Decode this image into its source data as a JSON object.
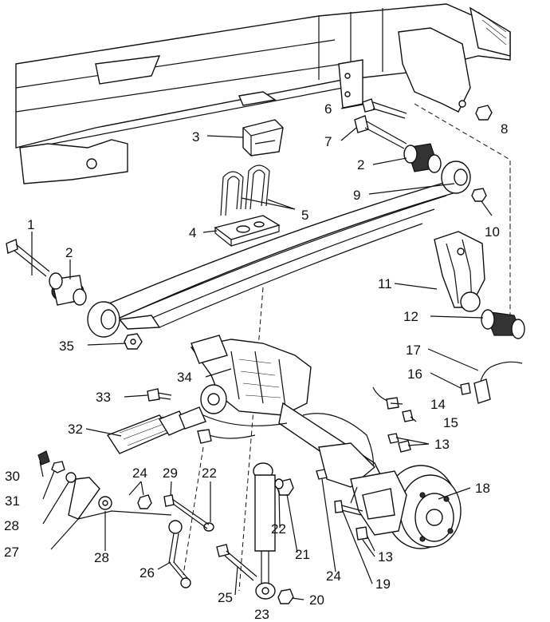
{
  "diagram": {
    "labels": [
      {
        "id": "1",
        "text": "1"
      },
      {
        "id": "2a",
        "text": "2"
      },
      {
        "id": "2b",
        "text": "2"
      },
      {
        "id": "3",
        "text": "3"
      },
      {
        "id": "4",
        "text": "4"
      },
      {
        "id": "5",
        "text": "5"
      },
      {
        "id": "6",
        "text": "6"
      },
      {
        "id": "7",
        "text": "7"
      },
      {
        "id": "8",
        "text": "8"
      },
      {
        "id": "9",
        "text": "9"
      },
      {
        "id": "10",
        "text": "10"
      },
      {
        "id": "11",
        "text": "11"
      },
      {
        "id": "12",
        "text": "12"
      },
      {
        "id": "13a",
        "text": "13"
      },
      {
        "id": "13b",
        "text": "13"
      },
      {
        "id": "14",
        "text": "14"
      },
      {
        "id": "15",
        "text": "15"
      },
      {
        "id": "16",
        "text": "16"
      },
      {
        "id": "17",
        "text": "17"
      },
      {
        "id": "18",
        "text": "18"
      },
      {
        "id": "19",
        "text": "19"
      },
      {
        "id": "20",
        "text": "20"
      },
      {
        "id": "21",
        "text": "21"
      },
      {
        "id": "22a",
        "text": "22"
      },
      {
        "id": "22b",
        "text": "22"
      },
      {
        "id": "23",
        "text": "23"
      },
      {
        "id": "24a",
        "text": "24"
      },
      {
        "id": "24b",
        "text": "24"
      },
      {
        "id": "25",
        "text": "25"
      },
      {
        "id": "26",
        "text": "26"
      },
      {
        "id": "27",
        "text": "27"
      },
      {
        "id": "28a",
        "text": "28"
      },
      {
        "id": "28b",
        "text": "28"
      },
      {
        "id": "29",
        "text": "29"
      },
      {
        "id": "30",
        "text": "30"
      },
      {
        "id": "31",
        "text": "31"
      },
      {
        "id": "32",
        "text": "32"
      },
      {
        "id": "33",
        "text": "33"
      },
      {
        "id": "34",
        "text": "34"
      },
      {
        "id": "35",
        "text": "35"
      }
    ]
  }
}
